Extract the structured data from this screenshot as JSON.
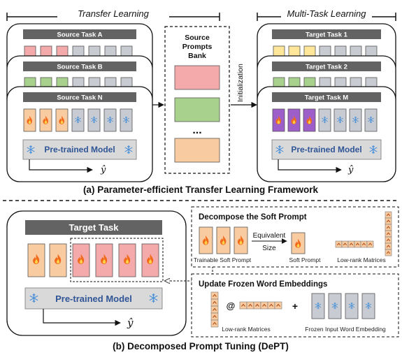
{
  "top": {
    "transfer_label": "Transfer Learning",
    "multitask_label": "Multi-Task Learning",
    "source_tasks": [
      "Source Task A",
      "Source Task B",
      "Source Task N"
    ],
    "target_tasks": [
      "Target Task 1",
      "Target Task 2",
      "Target Task M"
    ],
    "bank_title": [
      "Source",
      "Prompts",
      "Bank"
    ],
    "bank_ellipsis": "...",
    "initialization": "Initialization",
    "model_label": "Pre-trained Model",
    "y_hat": "ŷ",
    "caption": "(a) Parameter-efficient Transfer Learning Framework"
  },
  "bottom": {
    "target_task": "Target Task",
    "model_label": "Pre-trained Model",
    "y_hat": "ŷ",
    "decompose_title": "Decompose the Soft Prompt",
    "equivalent": "Equivalent",
    "size": "Size",
    "trainable_soft_prompt": "Trainable Soft Prompt",
    "soft_prompt": "Soft Prompt",
    "low_rank_matrices": "Low-rank Matrices",
    "update_title": "Update Frozen Word Embeddings",
    "at_symbol": "@",
    "plus_symbol": "+",
    "low_rank_matrices_2": "Low-rank Matrices",
    "frozen_embedding": "Frozen Input Word Embedding",
    "caption": "(b) Decomposed Prompt Tuning (DePT)"
  },
  "icons": {
    "fire": "fire-icon",
    "snowflake": "snowflake-icon",
    "lowrank_cell": "chevron-up-icon"
  },
  "colors": {
    "task_header": "#636363",
    "model_box": "#d9d9d9",
    "model_text": "#2f5597",
    "prompt_orange": "#f8cba0",
    "prompt_pink": "#f4aaaa",
    "prompt_green": "#a9d18e",
    "prompt_yellow": "#ffe699",
    "prompt_purple": "#9e5ec9",
    "frozen_gray": "#c8ccd2",
    "snow_blue": "#4a90d9"
  }
}
